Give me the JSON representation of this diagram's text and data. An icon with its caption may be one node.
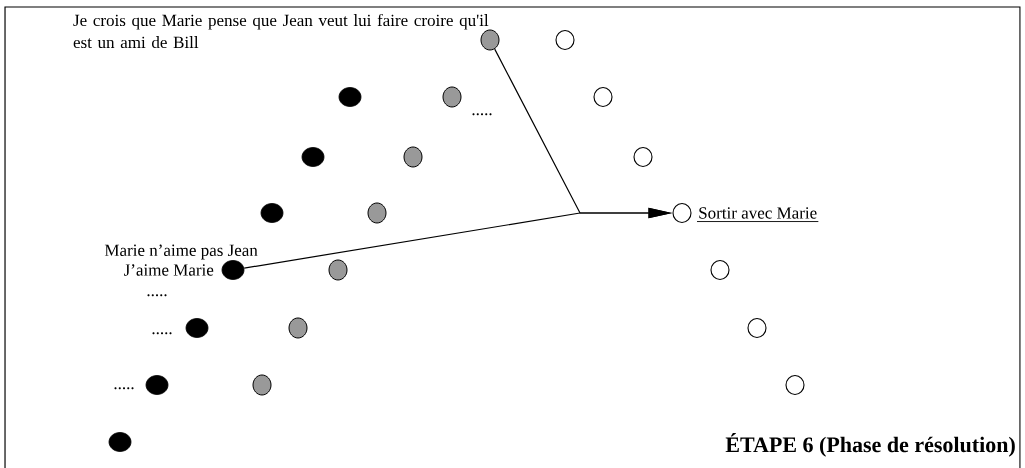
{
  "diagram": {
    "title": "ÉTAPE 6 (Phase de résolution)",
    "nodes": [
      {
        "text": [],
        "shape": "circle",
        "beside": [
          "Je crois que Marie pense que Jean veut lui faire croire qu'il est un ami de Bill"
        ]
      },
      {
        "text": [],
        "shape": "circle"
      },
      {
        "text": [],
        "shape": "circle"
      },
      {
        "text": [],
        "shape": "circle",
        "beside": [
          "....."
        ]
      },
      {
        "text": [],
        "shape": "circle"
      },
      {
        "text": [],
        "shape": "circle"
      },
      {
        "text": [],
        "shape": "circle"
      },
      {
        "text": [],
        "shape": "circle"
      },
      {
        "text": [],
        "shape": "circle"
      },
      {
        "text": [],
        "shape": "circle"
      },
      {
        "text": [],
        "shape": "circle",
        "beside": [
          "Sortir avec Marie"
        ]
      },
      {
        "text": [],
        "shape": "circle",
        "beside": [
          "Marie n’aime pas Jean",
          "J’aime Marie"
        ]
      },
      {
        "text": [],
        "shape": "circle"
      },
      {
        "text": [],
        "shape": "circle"
      },
      {
        "text": [],
        "shape": "circle",
        "beside": [
          "....."
        ]
      },
      {
        "text": [],
        "shape": "circle"
      },
      {
        "text": [],
        "shape": "circle"
      },
      {
        "text": [],
        "shape": "circle",
        "beside": [
          "....."
        ]
      },
      {
        "text": [],
        "shape": "circle"
      },
      {
        "text": [],
        "shape": "circle"
      },
      {
        "text": [],
        "shape": "circle"
      }
    ],
    "edges": [
      {
        "from": 0,
        "to": 10,
        "arrow": "to"
      },
      {
        "from": 11,
        "to": 10,
        "arrow": "to"
      }
    ],
    "labels": [
      "....."
    ]
  }
}
